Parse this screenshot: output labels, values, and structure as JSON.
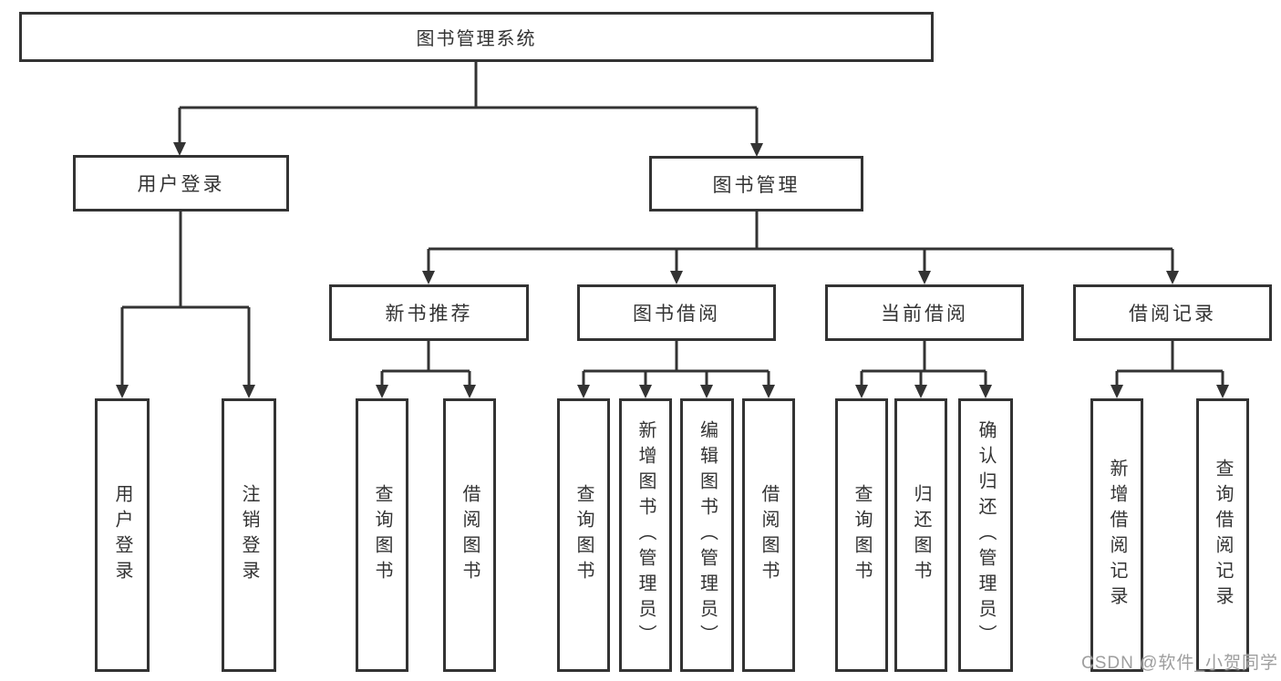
{
  "title": "图书管理系统",
  "watermark": "CSDN @软件_小贺同学",
  "colors": {
    "line": "#333333",
    "box_border": "#333333",
    "box_fill": "#ffffff",
    "text": "#333333",
    "watermark": "#9e9e9e"
  },
  "nodes": {
    "root": {
      "label": "图书管理系统"
    },
    "user_login": {
      "label": "用户登录",
      "children": [
        {
          "label": "用户登录"
        },
        {
          "label": "注销登录"
        }
      ]
    },
    "book_mgmt": {
      "label": "图书管理",
      "children": [
        {
          "label": "新书推荐",
          "children": [
            {
              "label": "查询图书"
            },
            {
              "label": "借阅图书"
            }
          ]
        },
        {
          "label": "图书借阅",
          "children": [
            {
              "label": "查询图书"
            },
            {
              "label": "新增图书（管理员）"
            },
            {
              "label": "编辑图书（管理员）"
            },
            {
              "label": "借阅图书"
            }
          ]
        },
        {
          "label": "当前借阅",
          "children": [
            {
              "label": "查询图书"
            },
            {
              "label": "归还图书"
            },
            {
              "label": "确认归还（管理员）"
            }
          ]
        },
        {
          "label": "借阅记录",
          "children": [
            {
              "label": "新增借阅记录"
            },
            {
              "label": "查询借阅记录"
            }
          ]
        }
      ]
    }
  }
}
